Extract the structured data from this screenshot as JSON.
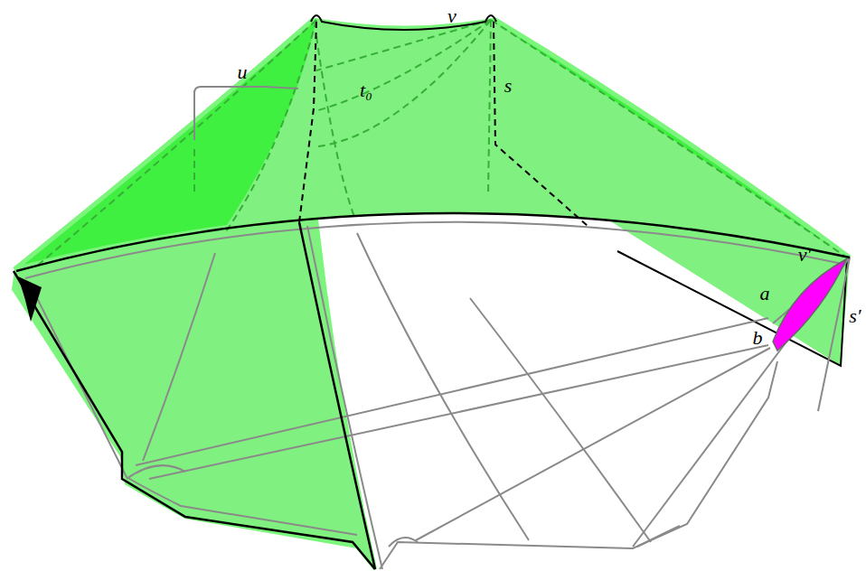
{
  "diagram": {
    "labels": [
      "u",
      "v",
      "t₀",
      "s",
      "v′",
      "a",
      "b",
      "s′"
    ]
  }
}
